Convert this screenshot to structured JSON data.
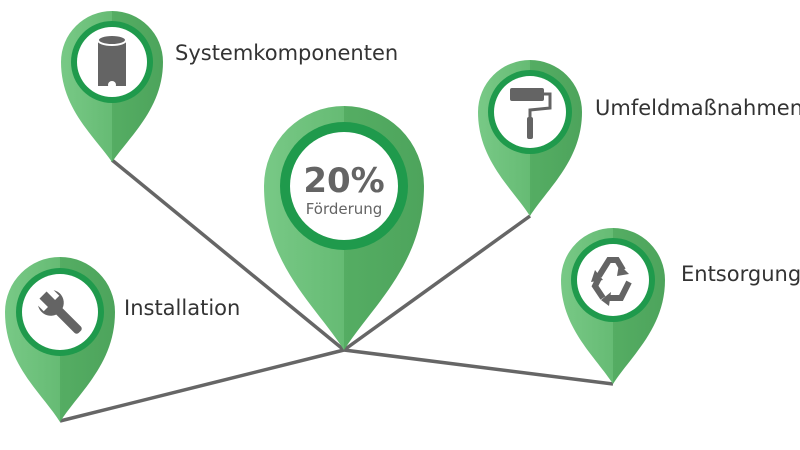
{
  "center": {
    "percent": "20%",
    "caption": "Förderung"
  },
  "pins": [
    {
      "id": "systemkomponenten",
      "label": "Systemkomponenten",
      "icon": "cylinder-tank-icon"
    },
    {
      "id": "umfeldmassnahmen",
      "label": "Umfeldmaßnahmen",
      "icon": "paint-roller-icon"
    },
    {
      "id": "installation",
      "label": "Installation",
      "icon": "wrench-icon"
    },
    {
      "id": "entsorgung",
      "label": "Entsorgung",
      "icon": "recycle-icon"
    }
  ],
  "colors": {
    "pin_light": "#6cc07a",
    "pin_dark": "#4aa45a",
    "ring": "#1f9a4c",
    "icon": "#646464",
    "line": "#666666",
    "text": "#333333"
  }
}
